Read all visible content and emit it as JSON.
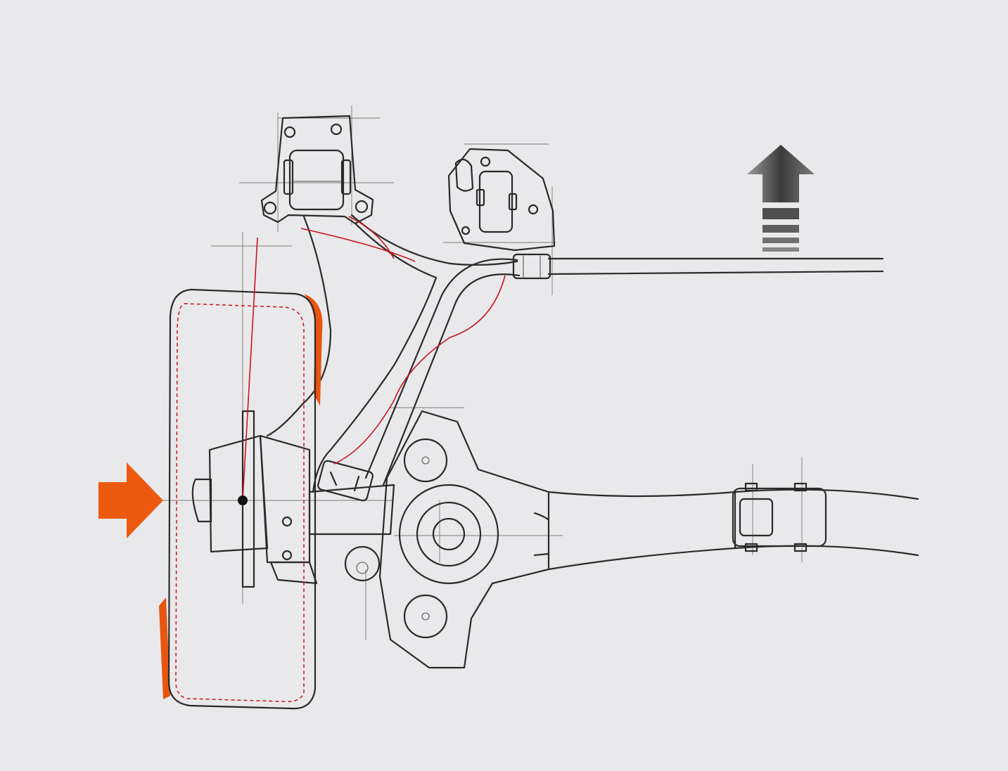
{
  "diagram": {
    "colors": {
      "background": "#e9e9eb",
      "force_arrow": "#ec5a10",
      "deflection_fill": "#e85510",
      "red_reference": "#c8141e",
      "motion_arrow": "#555555",
      "pencil": "#2a2a2a"
    },
    "components": [
      "wheel",
      "upper-mount-bracket",
      "rear-mount-bracket",
      "lateral-link",
      "trailing-arm",
      "wheel-hub-knuckle",
      "crossmember-rod",
      "trailing-arm-bushing"
    ],
    "icons": {
      "lateral_force_arrow": "arrow-right-icon",
      "forward_motion_arrow": "arrow-up-icon"
    }
  }
}
